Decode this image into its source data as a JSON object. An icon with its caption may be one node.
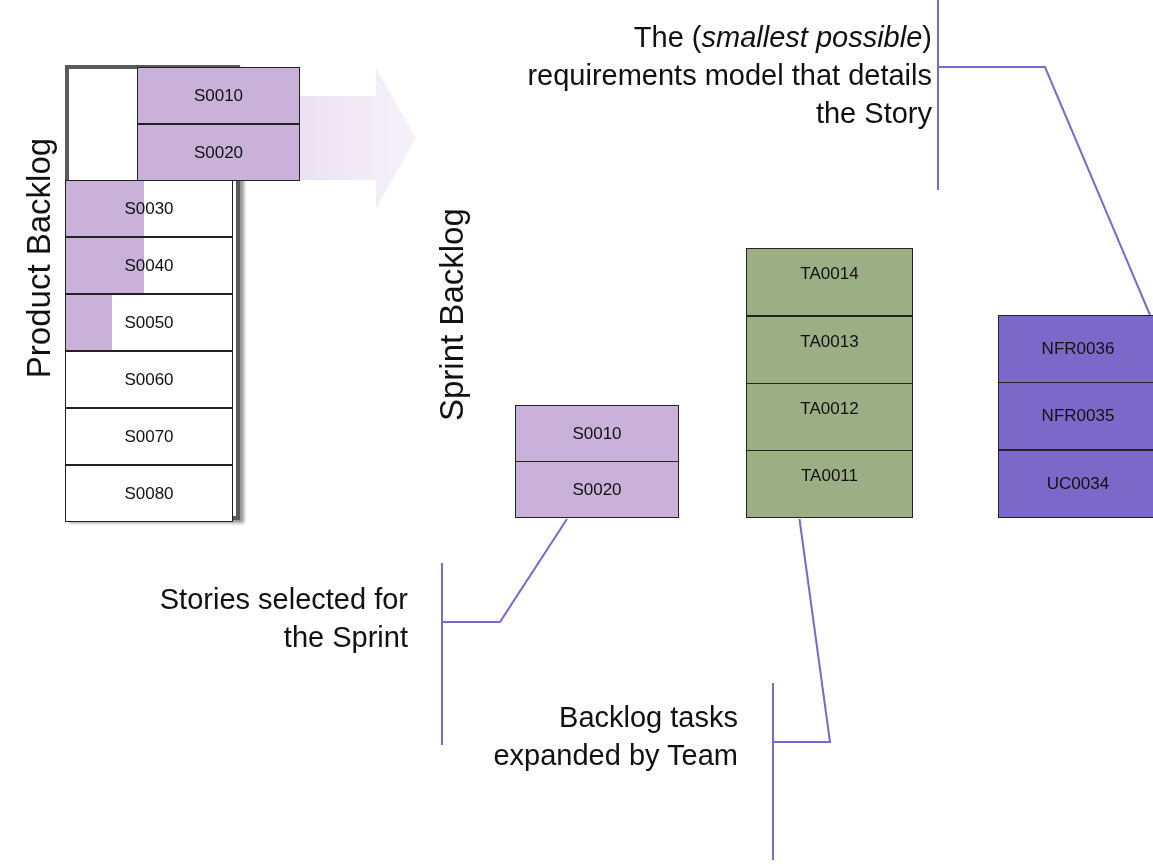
{
  "diagram": {
    "nodes": [
      {
        "text": [
          "Product Backlog"
        ]
      },
      {
        "text": [
          "S0010"
        ]
      },
      {
        "text": [
          "S0020"
        ]
      },
      {
        "text": [
          "S0030"
        ],
        "in": 0
      },
      {
        "text": [
          "S0040"
        ],
        "in": 0
      },
      {
        "text": [
          "S0050"
        ],
        "in": 0
      },
      {
        "text": [
          "S0060"
        ],
        "in": 0
      },
      {
        "text": [
          "S0070"
        ],
        "in": 0
      },
      {
        "text": [
          "S0080"
        ],
        "in": 0
      },
      {
        "text": [
          "Sprint Backlog"
        ]
      },
      {
        "text": [
          "S0010"
        ]
      },
      {
        "text": [
          "S0020"
        ]
      },
      {
        "text": [
          "TA0014"
        ]
      },
      {
        "text": [
          "TA0013"
        ]
      },
      {
        "text": [
          "TA0012"
        ]
      },
      {
        "text": [
          "TA0011"
        ]
      },
      {
        "text": [
          "NFR0036"
        ]
      },
      {
        "text": [
          "NFR0035"
        ]
      },
      {
        "text": [
          "UC0034"
        ]
      },
      {
        "text": [
          "The (*smallest possible*) requirements model that details the Story"
        ]
      },
      {
        "text": [
          "Stories selected for the Sprint"
        ]
      },
      {
        "text": [
          "Backlog tasks expanded by Team"
        ]
      }
    ],
    "edges": [
      {
        "from": 0,
        "to": 9,
        "arrow": "to",
        "style": "thick",
        "color": "#e4d9ee"
      },
      {
        "from": 19,
        "to": 16,
        "arrow": "none"
      },
      {
        "from": 20,
        "to": 11,
        "arrow": "none"
      },
      {
        "from": 21,
        "to": 15,
        "arrow": "none"
      }
    ]
  }
}
